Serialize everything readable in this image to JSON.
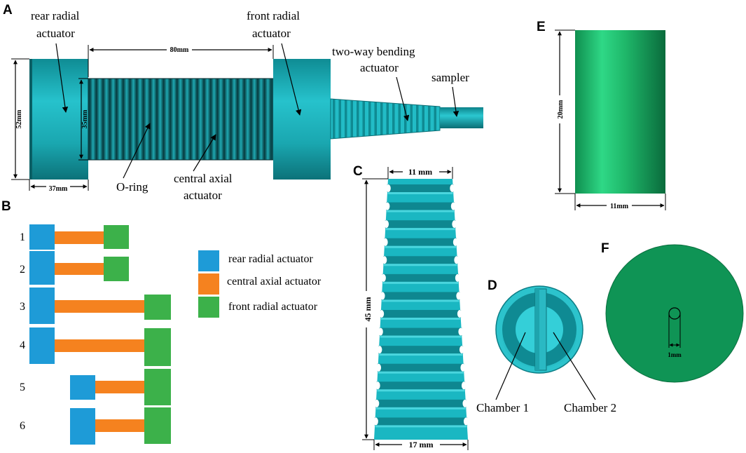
{
  "panels": {
    "A": {
      "letter": "A",
      "labels": {
        "rear": [
          "rear radial",
          "actuator"
        ],
        "front": [
          "front radial",
          "actuator"
        ],
        "bending": [
          "two-way bending",
          "actuator"
        ],
        "sampler": "sampler",
        "oring": "O-ring",
        "central": [
          "central axial",
          "actuator"
        ]
      },
      "dims": {
        "length": "80mm",
        "outer_height": "52mm",
        "inner_height": "35mm",
        "rear_width": "37mm"
      }
    },
    "B": {
      "letter": "B",
      "rows": [
        "1",
        "2",
        "3",
        "4",
        "5",
        "6"
      ],
      "legend": [
        {
          "label": "rear radial actuator",
          "color": "#1e9bd7"
        },
        {
          "label": "central axial actuator",
          "color": "#f5821f"
        },
        {
          "label": "front radial actuator",
          "color": "#3cb14a"
        }
      ]
    },
    "C": {
      "letter": "C",
      "dims": {
        "top": "11 mm",
        "height": "45 mm",
        "bottom": "17 mm"
      }
    },
    "D": {
      "letter": "D",
      "labels": {
        "chamber1": "Chamber 1",
        "chamber2": "Chamber 2"
      }
    },
    "E": {
      "letter": "E",
      "dims": {
        "height": "20mm",
        "width": "11mm"
      }
    },
    "F": {
      "letter": "F",
      "dims": {
        "hole": "1mm"
      }
    }
  },
  "colors": {
    "cyan": "#1fb5bf",
    "cyan_dark": "#0e7d85",
    "cyan_light": "#3fd3dc",
    "green_e": "#1fb86a",
    "green_f": "#0f9455"
  }
}
